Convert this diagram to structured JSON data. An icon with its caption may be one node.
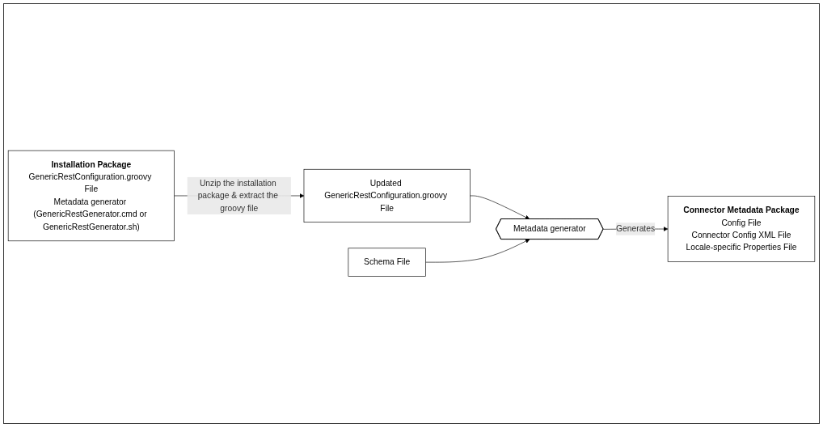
{
  "diagram": {
    "nodes": [
      {
        "text": [
          "Installation Package",
          "GenericRestConfiguration.groovy File",
          "Metadata generator (GenericRestGenerator.cmd or GenericRestGenerator.sh)"
        ]
      },
      {
        "text": [
          "Updated GenericRestConfiguration.groovy File"
        ]
      },
      {
        "text": [
          "Schema File"
        ]
      },
      {
        "text": [
          "Connector Metadata Package",
          "Config File",
          "Connector Config XML File",
          "Locale-specific Properties File"
        ]
      },
      {
        "text": [
          "Metadata generator"
        ]
      }
    ],
    "edges": [
      {
        "from": 0,
        "to": 1,
        "arrow": "to",
        "label": "Unzip the installation package & extract the groovy file"
      },
      {
        "from": 1,
        "to": 4,
        "arrow": "to"
      },
      {
        "from": 2,
        "to": 4,
        "arrow": "to"
      },
      {
        "from": 4,
        "to": 3,
        "arrow": "to",
        "label": "Generates"
      }
    ]
  }
}
